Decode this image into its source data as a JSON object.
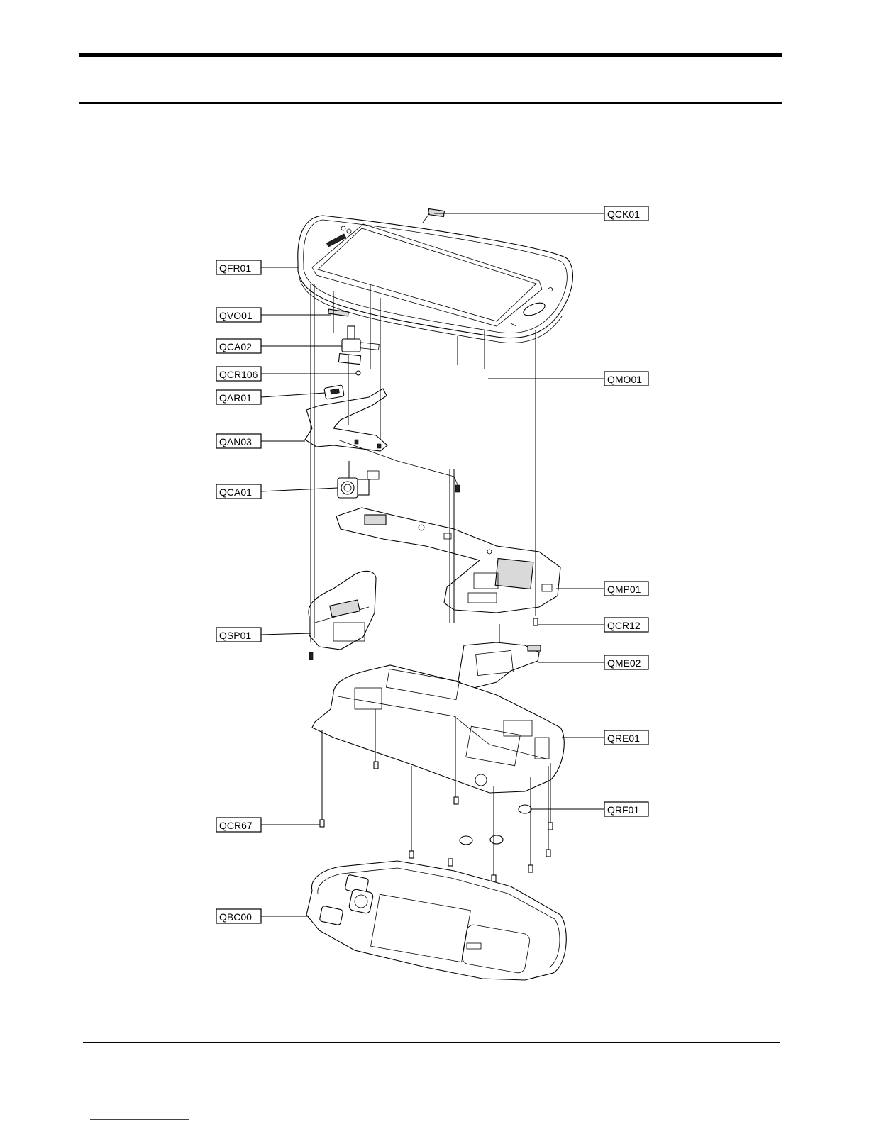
{
  "callouts": [
    {
      "id": "QCK01",
      "label": "QCK01"
    },
    {
      "id": "QFR01",
      "label": "QFR01"
    },
    {
      "id": "QVO01",
      "label": "QVO01"
    },
    {
      "id": "QCA02",
      "label": "QCA02"
    },
    {
      "id": "QCR106",
      "label": "QCR106"
    },
    {
      "id": "QMO01",
      "label": "QMO01"
    },
    {
      "id": "QAR01",
      "label": "QAR01"
    },
    {
      "id": "QAN03",
      "label": "QAN03"
    },
    {
      "id": "QCA01",
      "label": "QCA01"
    },
    {
      "id": "QMP01",
      "label": "QMP01"
    },
    {
      "id": "QCR12",
      "label": "QCR12"
    },
    {
      "id": "QSP01",
      "label": "QSP01"
    },
    {
      "id": "QME02",
      "label": "QME02"
    },
    {
      "id": "QRE01",
      "label": "QRE01"
    },
    {
      "id": "QRF01",
      "label": "QRF01"
    },
    {
      "id": "QCR67",
      "label": "QCR67"
    },
    {
      "id": "QBC00",
      "label": "QBC00"
    }
  ]
}
